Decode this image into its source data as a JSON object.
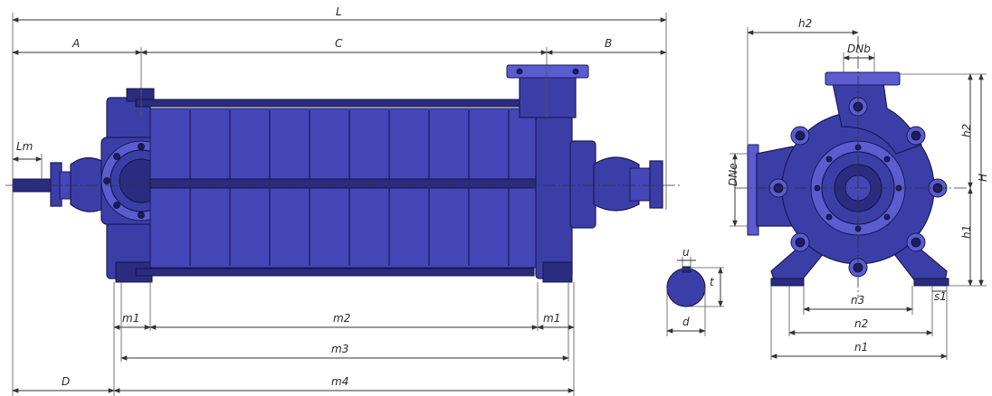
{
  "labels": {
    "L": "L",
    "A": "A",
    "C": "C",
    "B": "B",
    "Lm": "Lm",
    "m1_left": "m1",
    "m2": "m2",
    "m1_right": "m1",
    "m3": "m3",
    "D": "D",
    "m4": "m4",
    "u": "u",
    "t": "t",
    "d": "d",
    "h2_top": "h2",
    "DNb": "DNb",
    "h2_side": "h2",
    "H": "H",
    "DNe": "DNe",
    "h1": "h1",
    "n3": "n3",
    "s1": "s1",
    "n2": "n2",
    "n1": "n1"
  },
  "colors": {
    "pump_body": "#3c3ea8",
    "pump_dark": "#2a2c80",
    "pump_light": "#5a5cd0",
    "dimension_lines": "#333333"
  }
}
